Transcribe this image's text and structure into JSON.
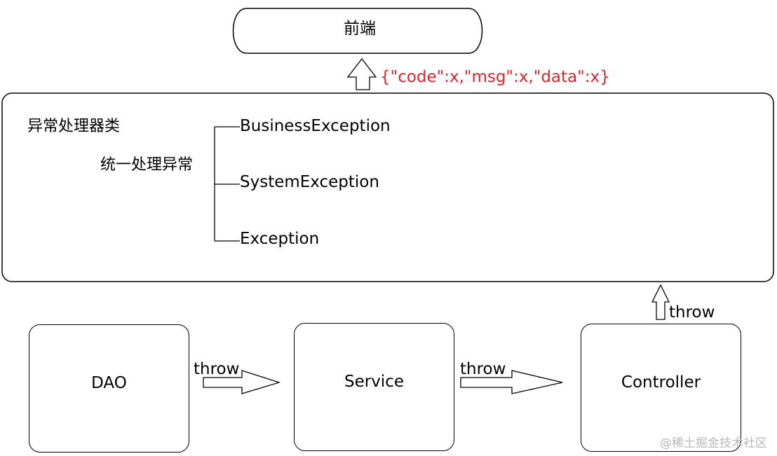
{
  "frontend": {
    "label": "前端"
  },
  "response_format": {
    "text": "{\"code\":x,\"msg\":x,\"data\":x}",
    "color": "#d9262b"
  },
  "handler": {
    "title": "异常处理器类",
    "subtitle": "统一处理异常",
    "exceptions": [
      "BusinessException",
      "SystemException",
      "Exception"
    ]
  },
  "layers": {
    "dao": "DAO",
    "service": "Service",
    "controller": "Controller"
  },
  "arrows": {
    "dao_to_service": "throw",
    "service_to_controller": "throw",
    "controller_to_handler": "throw"
  },
  "watermark": "@稀土掘金技术社区"
}
